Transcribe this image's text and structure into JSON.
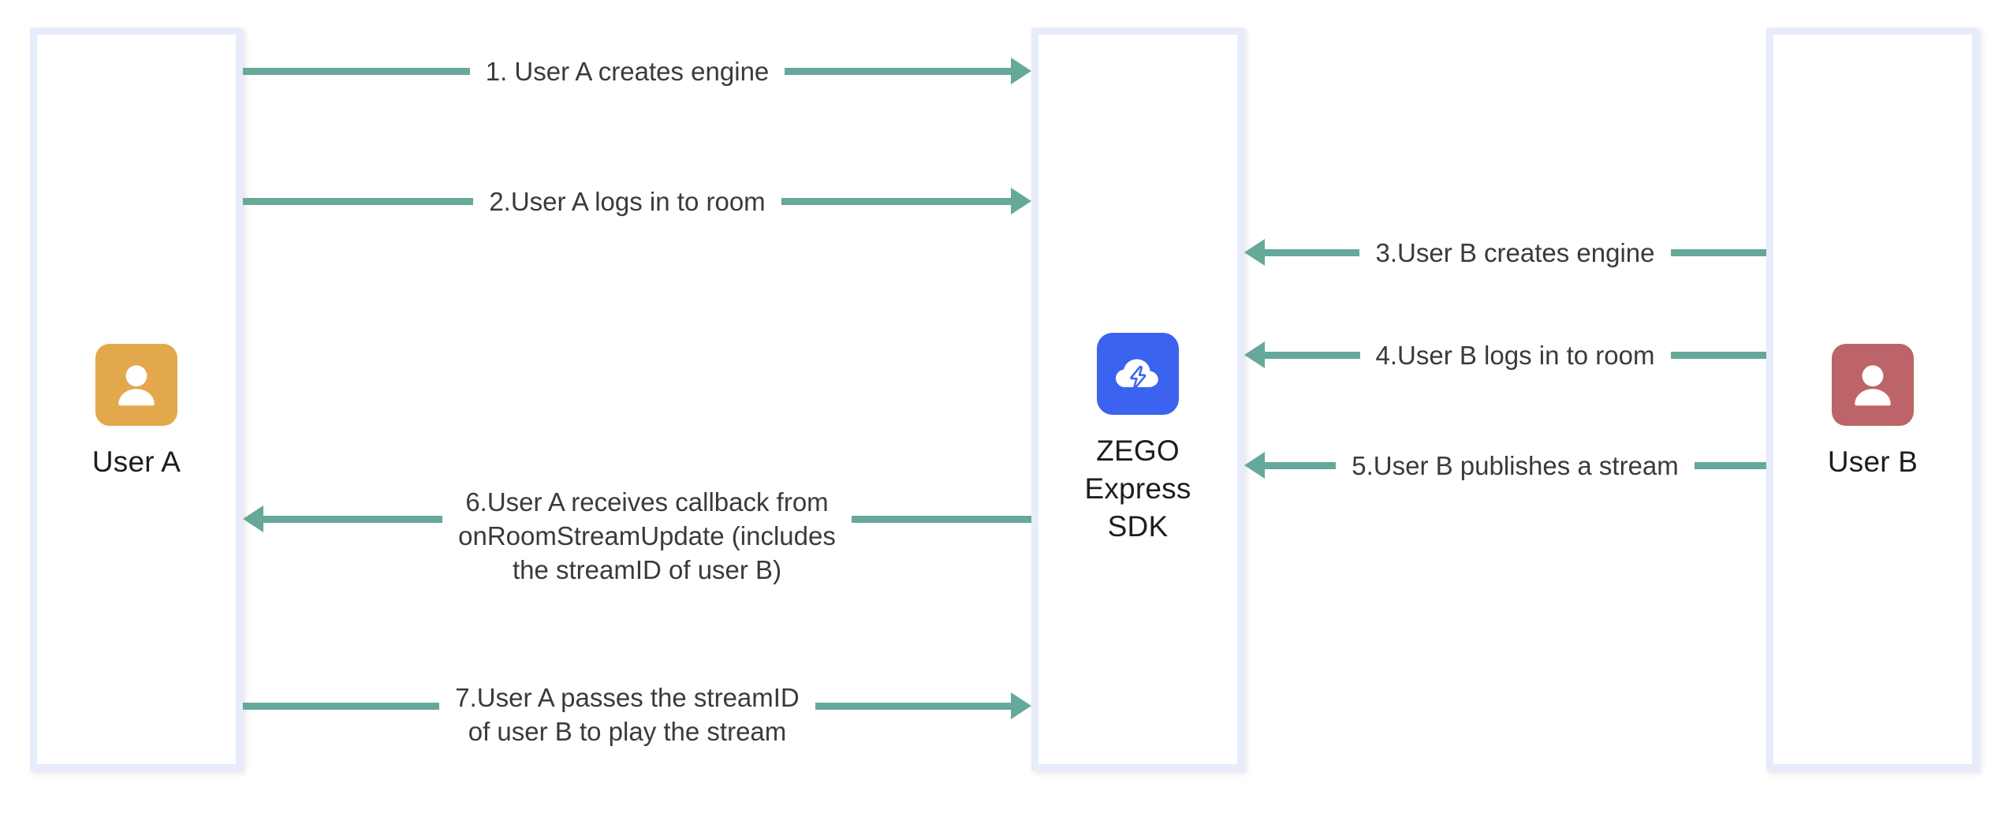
{
  "diagram": {
    "title": "ZEGO Express SDK stream publish/play sequence",
    "colors": {
      "arrow": "#66a89a",
      "box_border": "#e7ecfa",
      "avatar_a": "#e2a84b",
      "avatar_b": "#bc6468",
      "zego_blue": "#3b63f0",
      "text": "#3a3a3c"
    }
  },
  "nodes": {
    "user_a": {
      "label": "User A",
      "icon": "person-avatar-icon"
    },
    "zego": {
      "label_line1": "ZEGO",
      "label_line2": "Express",
      "label_line3": "SDK",
      "icon": "zego-cloud-lightning-logo"
    },
    "user_b": {
      "label": "User B",
      "icon": "person-avatar-icon"
    }
  },
  "arrows": [
    {
      "id": 1,
      "direction": "right",
      "from": "User A",
      "to": "ZEGO Express SDK",
      "lines": [
        "1. User A creates engine"
      ]
    },
    {
      "id": 2,
      "direction": "right",
      "from": "User A",
      "to": "ZEGO Express SDK",
      "lines": [
        "2.User A logs in to room"
      ]
    },
    {
      "id": 3,
      "direction": "left",
      "from": "User B",
      "to": "ZEGO Express SDK",
      "lines": [
        "3.User B creates engine"
      ]
    },
    {
      "id": 4,
      "direction": "left",
      "from": "User B",
      "to": "ZEGO Express SDK",
      "lines": [
        "4.User B logs in to room"
      ]
    },
    {
      "id": 5,
      "direction": "left",
      "from": "User B",
      "to": "ZEGO Express SDK",
      "lines": [
        "5.User B publishes a stream"
      ]
    },
    {
      "id": 6,
      "direction": "left",
      "from": "ZEGO Express SDK",
      "to": "User A",
      "lines": [
        "6.User A receives callback from",
        "onRoomStreamUpdate (includes",
        "the streamID of user B)"
      ]
    },
    {
      "id": 7,
      "direction": "right",
      "from": "User A",
      "to": "ZEGO Express SDK",
      "lines": [
        "7.User A passes the streamID",
        "of user B to play the stream"
      ]
    }
  ]
}
